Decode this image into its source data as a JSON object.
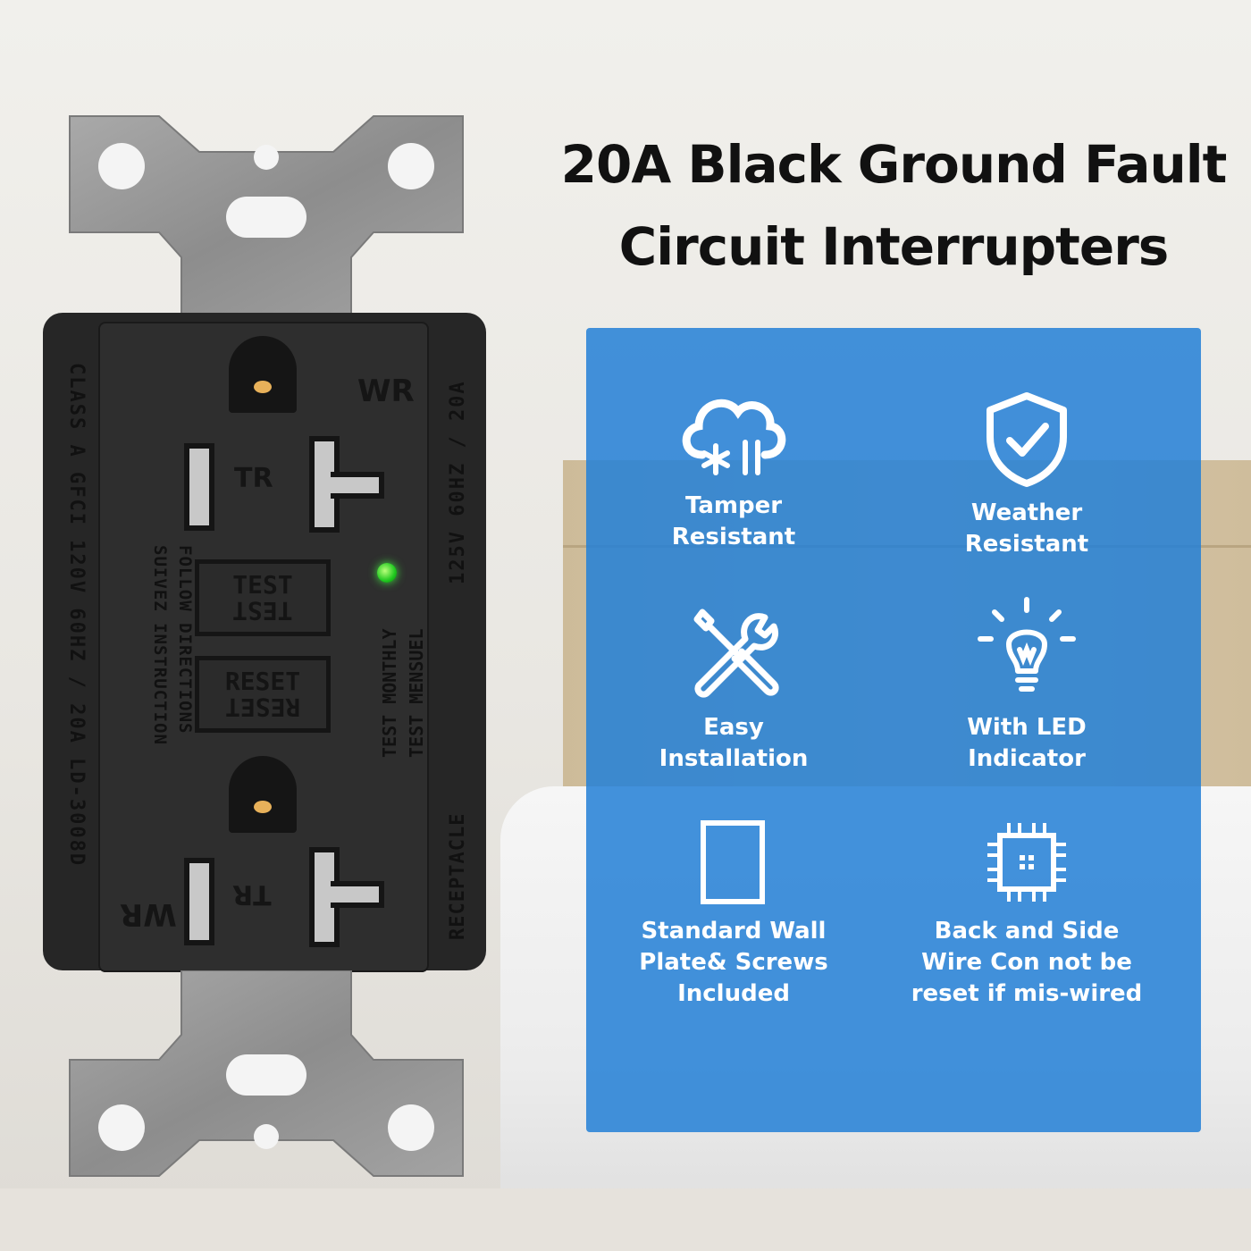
{
  "title": {
    "line1": "20A Black Ground Fault",
    "line2": "Circuit Interrupters"
  },
  "features": [
    {
      "icon": "snow-cloud-icon",
      "line1": "Tamper",
      "line2": "Resistant"
    },
    {
      "icon": "shield-check-icon",
      "line1": "Weather",
      "line2": "Resistant"
    },
    {
      "icon": "wrench-screwdriver-icon",
      "line1": "Easy",
      "line2": "Installation"
    },
    {
      "icon": "light-bulb-icon",
      "line1": "With LED",
      "line2": "Indicator"
    },
    {
      "icon": "wall-plate-icon",
      "line1": "Standard Wall",
      "line2": "Plate& Screws",
      "line3": "Included"
    },
    {
      "icon": "chip-icon",
      "line1": "Back and Side",
      "line2": "Wire Con not be",
      "line3": "reset if mis-wired"
    }
  ],
  "outlet": {
    "left_rating": "CLASS A GFCI  120V  60HZ / 20A  LD-3008D",
    "directions_en": "FOLLOW DIRECTIONS",
    "directions_fr": "SUIVEZ INSTRUCTION",
    "test_monthly": "TEST MONTHLY",
    "test_mensuel": "TEST MENSUEL",
    "right_rating": "125V  60HZ / 20A",
    "receptacle": "RECEPTACLE",
    "test_button": "TEST",
    "reset_button": "RESET",
    "wr_mark": "WR",
    "tr_mark": "TR"
  },
  "colors": {
    "panel": "#2480d6",
    "led": "#1fc81f",
    "outlet_body": "#262626"
  }
}
